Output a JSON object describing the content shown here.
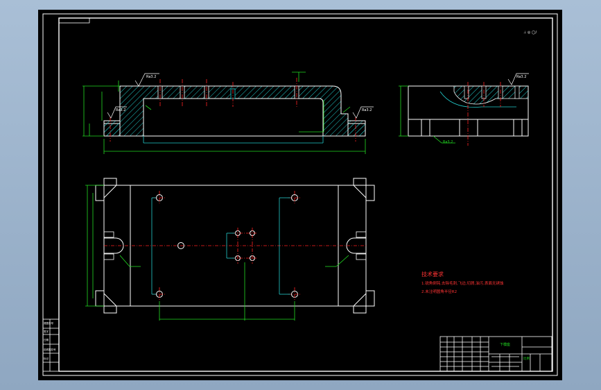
{
  "drawing": {
    "corner_note": "⊥ ◎ ◯/",
    "roughness_marks": [
      "Ra3.2",
      "Ra3.2",
      "Ra3.2",
      "Ra3.2",
      "Ra3.2"
    ],
    "notes": {
      "title": "技术要求",
      "lines": [
        "1.锐角倒钝,去除毛刺,飞边,切屑,油污,表面无锈蚀",
        "2.未注明圆角半径R2"
      ]
    },
    "title_block": {
      "label_a": "下模座",
      "label_b": "比例"
    },
    "side_table": [
      "底图总号",
      "签字",
      "日期",
      "旧底图总号",
      "标记"
    ],
    "colors": {
      "frame": "#ffffff",
      "outline": "#ffffff",
      "center_line": "#ff2222",
      "dimension": "#22dd22",
      "hidden": "#22cccc",
      "hatch": "#22cccc",
      "notes": "#ff3333"
    }
  }
}
